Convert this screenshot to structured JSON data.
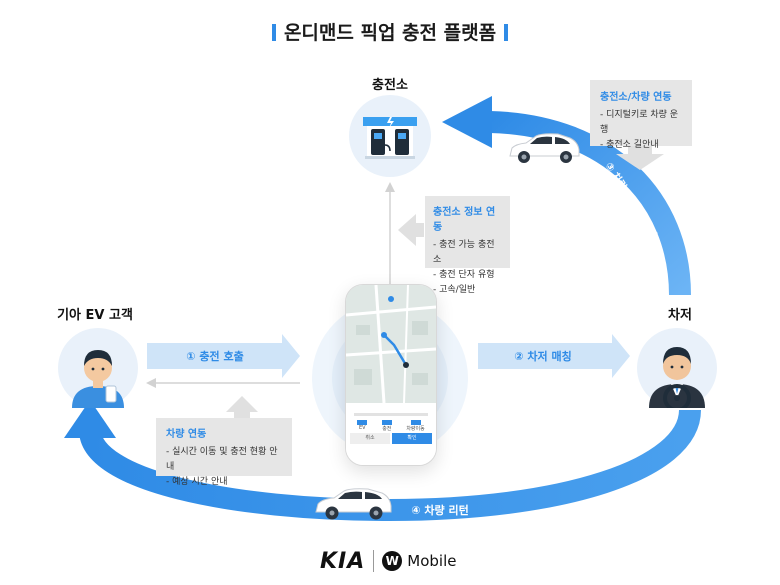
{
  "title": "온디맨드 픽업 충전 플랫폼",
  "nodes": {
    "station": "충전소",
    "customer": "기아 EV 고객",
    "driver": "차저"
  },
  "steps": {
    "step1": "① 충전 호출",
    "step2": "② 차저 매칭",
    "step3": "③ 차량 픽업 및 충전",
    "step4": "④ 차량 리턴"
  },
  "info_boxes": {
    "station_vehicle": {
      "heading": "충전소/차량 연동",
      "items": [
        "- 디지털키로 차량 운행",
        "- 충전소 길안내"
      ]
    },
    "station_info": {
      "heading": "충전소 정보 연동",
      "items": [
        "- 충전 가능 충전소",
        "- 충전 단자 유형",
        "- 고속/일반"
      ]
    },
    "vehicle": {
      "heading": "차량 연동",
      "items": [
        "- 실시간 이동 및 충전 현황 안내",
        "- 예상 시간 안내"
      ]
    }
  },
  "phone": {
    "buttons": [
      "취소",
      "확인"
    ],
    "options": [
      "EV",
      "충전",
      "차량이동"
    ]
  },
  "footer": {
    "kia": "KIA",
    "w_badge": "W",
    "mobile": "Mobile"
  },
  "colors": {
    "accent": "#2f8be6",
    "arrow_light": "#cfe4f8",
    "box_grey": "#e6e6e6",
    "circle_bg": "#e9f1fa"
  }
}
